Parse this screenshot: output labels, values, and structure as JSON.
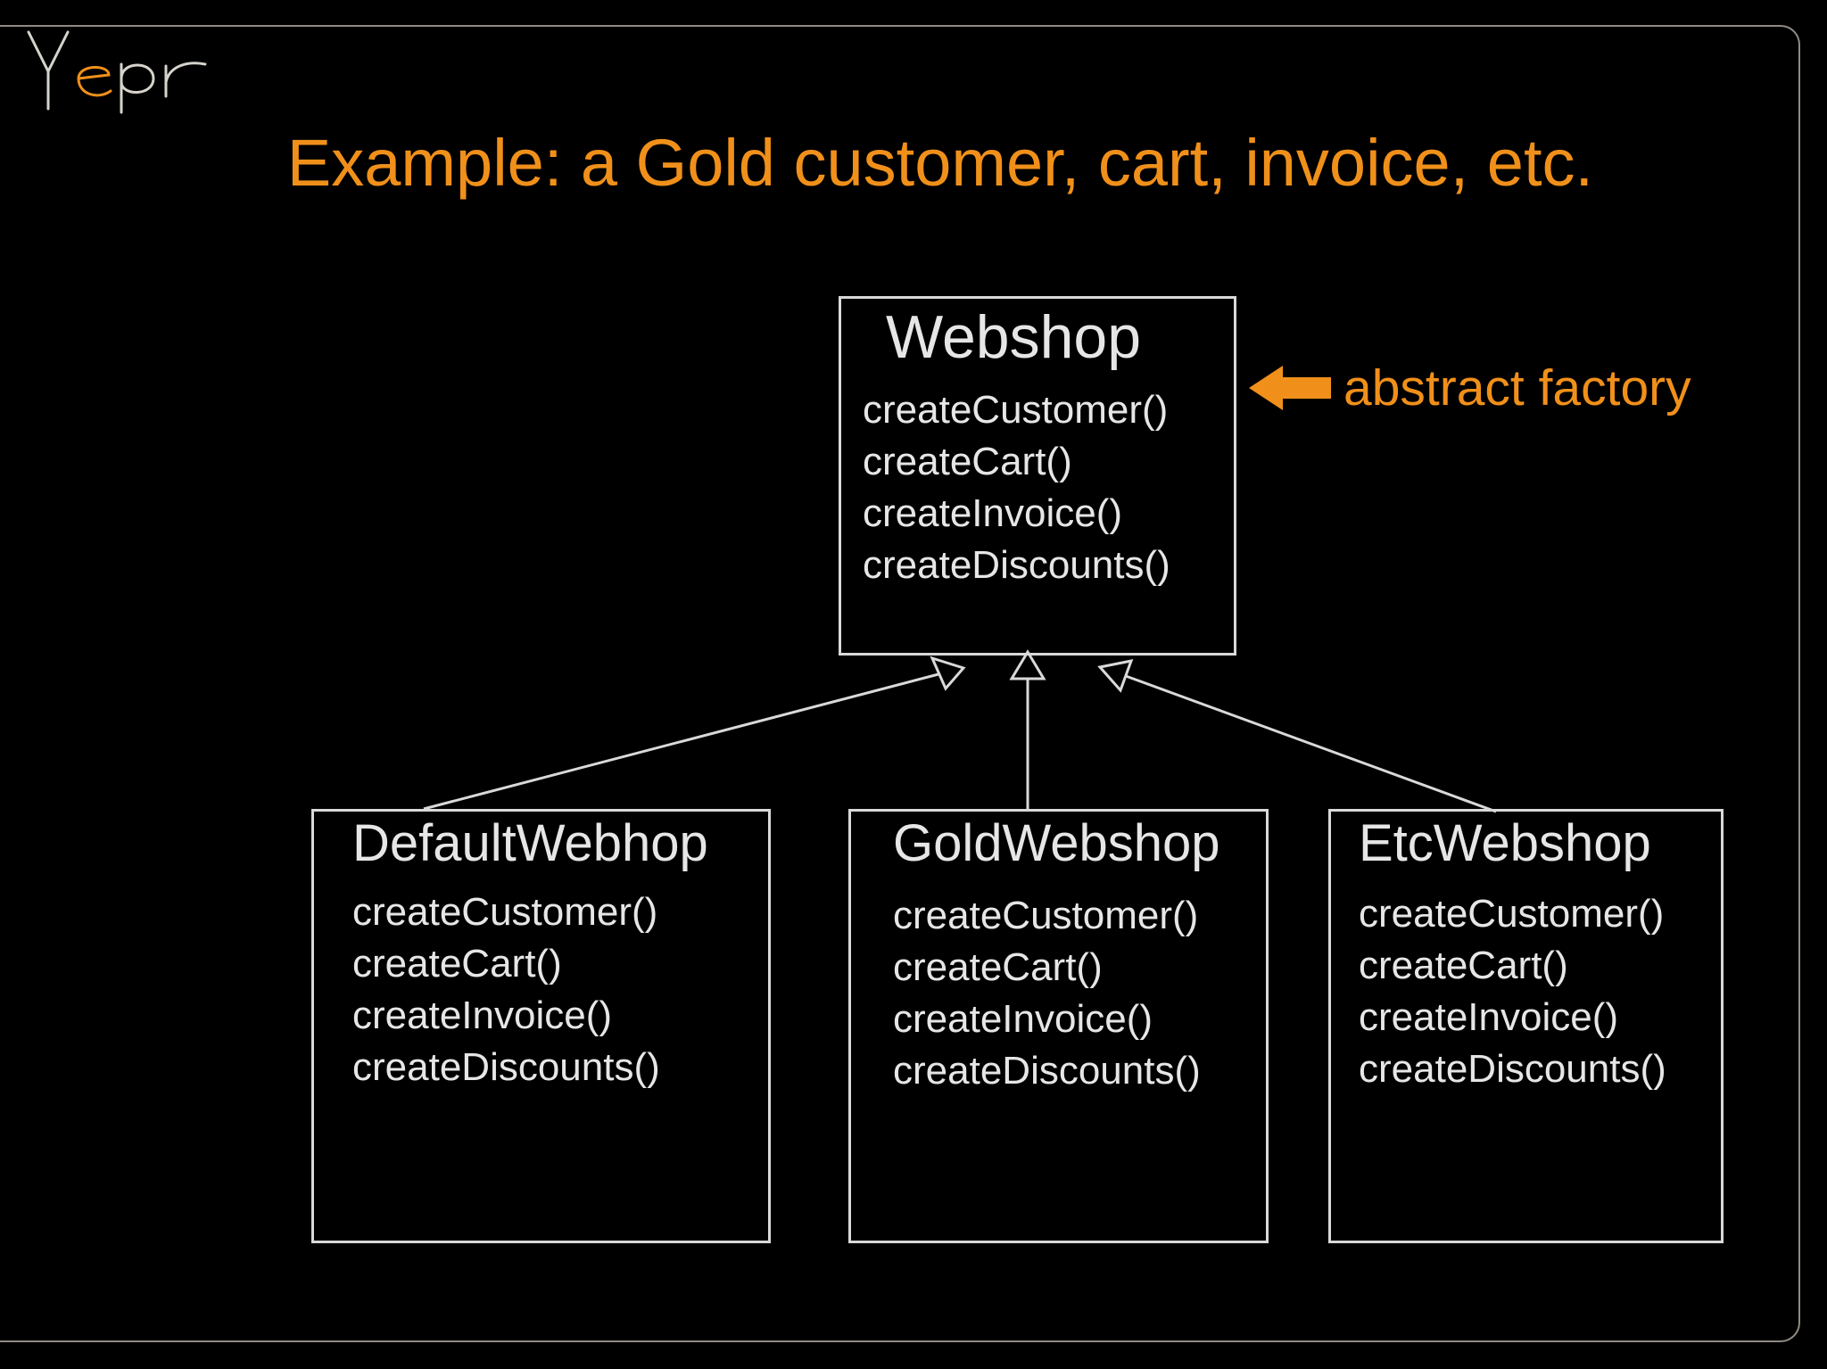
{
  "logo": {
    "text": "yepr"
  },
  "slide": {
    "title": "Example: a Gold customer, cart, invoice, etc."
  },
  "callout": {
    "label": "abstract factory",
    "icon": "arrow-left-icon",
    "color": "#f0901a"
  },
  "diagram": {
    "abstract_class": {
      "name": "Webshop",
      "methods": [
        "createCustomer()",
        "createCart()",
        "createInvoice()",
        "createDiscounts()"
      ]
    },
    "concrete_classes": [
      {
        "name": "DefaultWebhop",
        "methods": [
          "createCustomer()",
          "createCart()",
          "createInvoice()",
          "createDiscounts()"
        ]
      },
      {
        "name": "GoldWebshop",
        "methods": [
          "createCustomer()",
          "createCart()",
          "createInvoice()",
          "createDiscounts()"
        ]
      },
      {
        "name": "EtcWebshop",
        "methods": [
          "createCustomer()",
          "createCart()",
          "createInvoice()",
          "createDiscounts()"
        ]
      }
    ],
    "relationship": "inheritance"
  },
  "colors": {
    "background": "#000000",
    "accent": "#f0901a",
    "line": "#d9d9d9",
    "text": "#e6e6e6"
  }
}
